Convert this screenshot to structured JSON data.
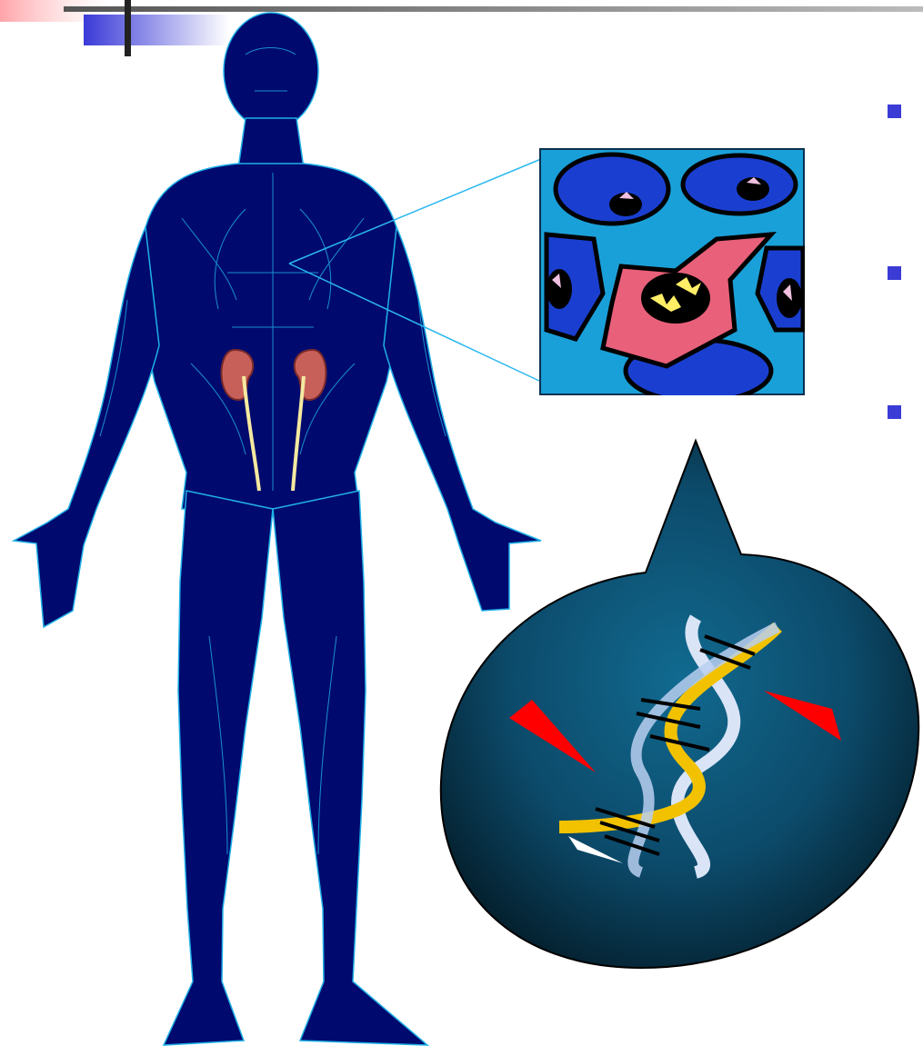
{
  "slide": {
    "colors": {
      "accent": "#3b3bd6",
      "body_fill": "#000a6e",
      "body_lines": "#1fb0e8",
      "cell_blue": "#1a3fd0",
      "cell_pink": "#e8607a",
      "kidney": "#c8605a",
      "ureter": "#f5e9a0",
      "bubble": "#0c4a6a",
      "dna_gold": "#f2c200",
      "dna_pale": "#b8cff0",
      "pointer_red": "#ff0000"
    },
    "bullets": [
      {
        "icon": "square-bullet-icon"
      },
      {
        "icon": "square-bullet-icon"
      },
      {
        "icon": "square-bullet-icon"
      }
    ],
    "figures": {
      "human_body": "human-body-illustration",
      "cell_inset": "cell-magnification-inset",
      "dna_bubble": "dna-speech-bubble"
    }
  }
}
